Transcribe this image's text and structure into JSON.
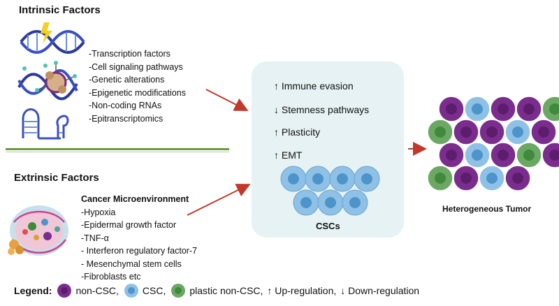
{
  "intrinsic": {
    "title": "Intrinsic Factors",
    "items": [
      "-Transcription factors",
      "-Cell signaling pathways",
      "-Genetic alterations",
      "-Epigenetic modifications",
      "-Non-coding RNAs",
      "-Epitranscriptomics"
    ]
  },
  "extrinsic": {
    "title": "Extrinsic Factors",
    "subtitle": "Cancer Microenvironment",
    "items": [
      "-Hypoxia",
      "-Epidermal growth factor",
      "-TNF-α",
      "- Interferon regulatory factor-7",
      "- Mesenchymal stem cells",
      "-Fibroblasts etc"
    ]
  },
  "csc_box": {
    "lines": [
      "↑ Immune evasion",
      "↓ Stemness pathways",
      "↑ Plasticity",
      "↑ EMT"
    ],
    "label": "CSCs"
  },
  "tumor": {
    "label": "Heterogeneous Tumor",
    "rows": [
      [
        "purple",
        "blue",
        "purple",
        "purple",
        "green"
      ],
      [
        "green",
        "purple",
        "purple",
        "blue",
        "purple"
      ],
      [
        "purple",
        "blue",
        "purple",
        "green",
        "purple"
      ],
      [
        "green",
        "purple",
        "blue",
        "purple"
      ]
    ]
  },
  "legend": {
    "title": "Legend:",
    "non_csc": "non-CSC,",
    "csc": "CSC,",
    "plastic": "plastic non-CSC,",
    "up": "↑ Up-regulation,",
    "down": "↓ Down-regulation"
  },
  "colors": {
    "arrow": "#c0392b",
    "divider": "#6a9a3a",
    "box_bg": "#e6f2f3",
    "purple": "#7b2d8e",
    "blue": "#8fc1e6",
    "green": "#6ba864"
  }
}
